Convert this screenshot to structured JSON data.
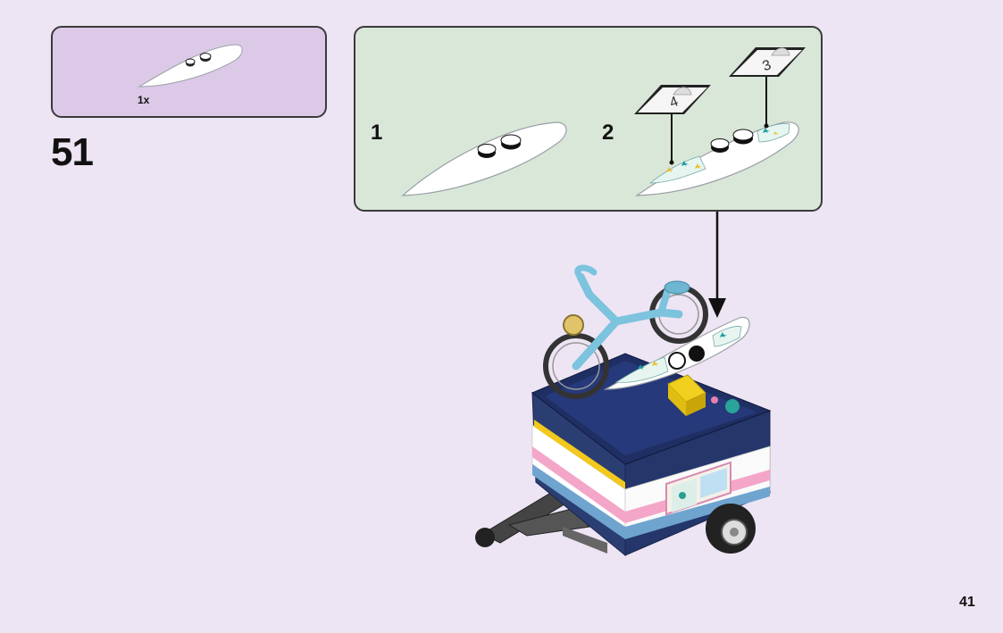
{
  "parts": {
    "quantity": "1x"
  },
  "step": {
    "number": "51"
  },
  "substeps": [
    {
      "label": "1"
    },
    {
      "label": "2"
    }
  ],
  "stickers": [
    {
      "label": "4"
    },
    {
      "label": "3"
    }
  ],
  "page": {
    "number": "41"
  }
}
